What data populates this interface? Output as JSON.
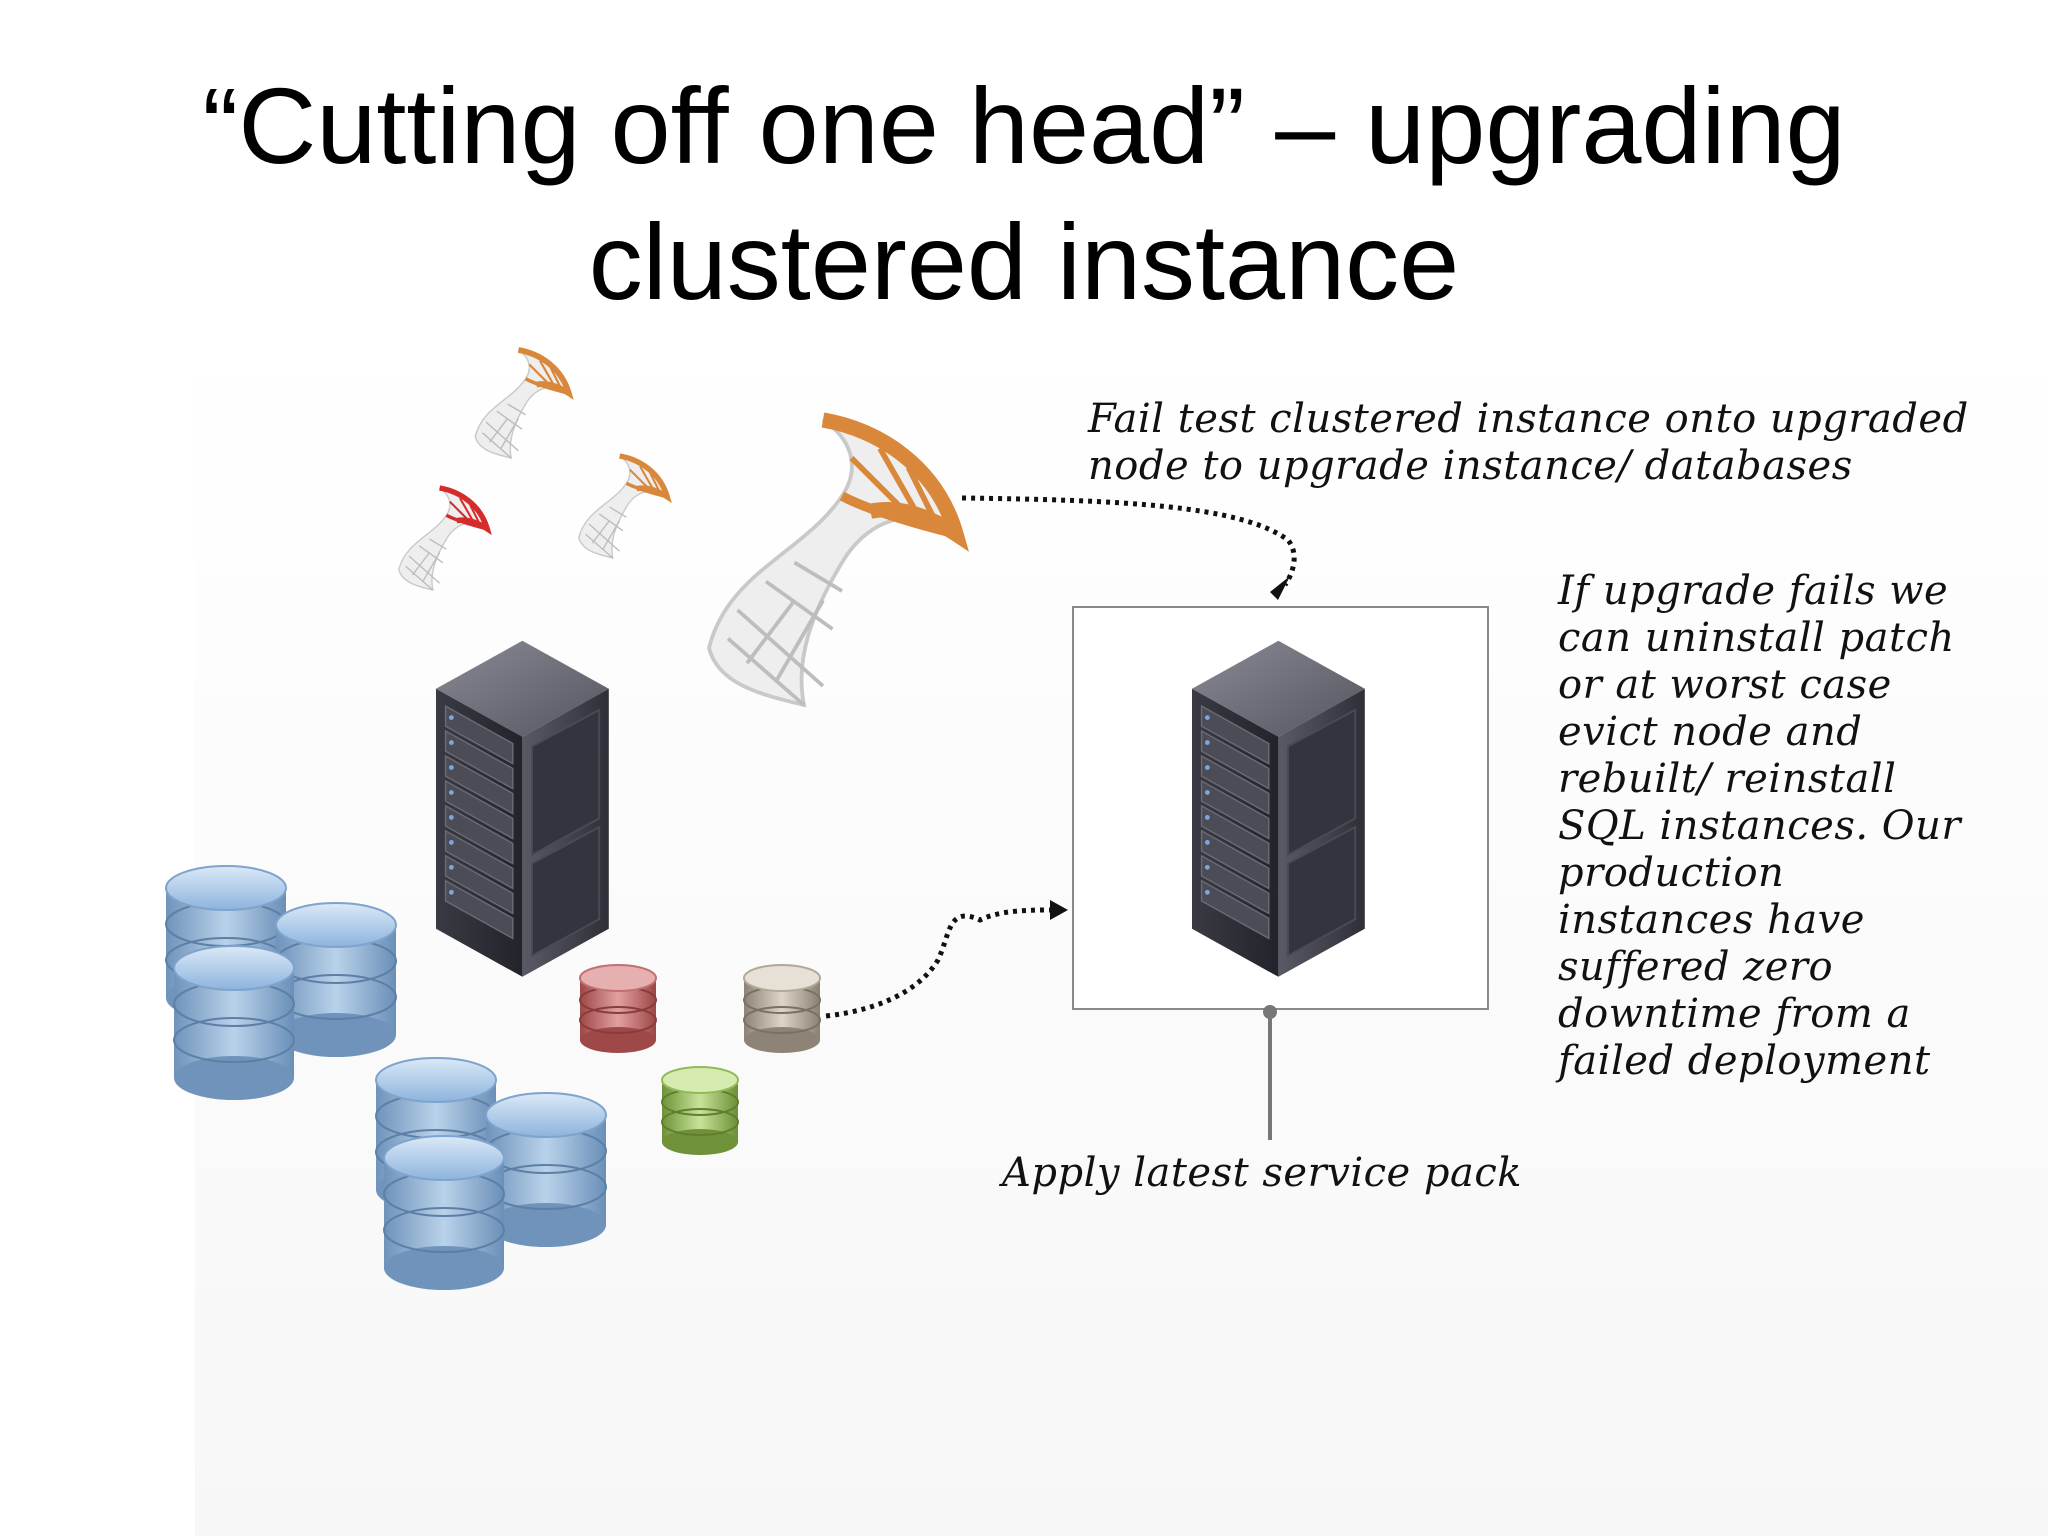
{
  "slide": {
    "title_lines": [
      "“Cutting off one head” – upgrading",
      "clustered instance"
    ]
  },
  "annotations": {
    "fail_test": [
      "Fail test clustered instance onto upgraded",
      "node to upgrade instance/ databases"
    ],
    "if_upgrade_fails": [
      "If upgrade fails we",
      "can uninstall patch",
      "or at worst case",
      "evict node and",
      "rebuilt/ reinstall",
      "SQL instances. Our",
      "production",
      "instances have",
      "suffered zero",
      "downtime from a",
      "failed deployment"
    ],
    "apply_service_pack": "Apply latest service pack"
  },
  "colors": {
    "logo_orange": "#d9873a",
    "logo_red": "#d62b2b",
    "db_blue": "#8fb7e0",
    "db_red": "#c96a6a",
    "db_tan": "#bdb3a4",
    "db_green": "#9cc25f",
    "server_dark": "#2a2a33"
  },
  "icons": [
    "sql-server-logo-icon",
    "server-rack-icon",
    "database-icon"
  ]
}
